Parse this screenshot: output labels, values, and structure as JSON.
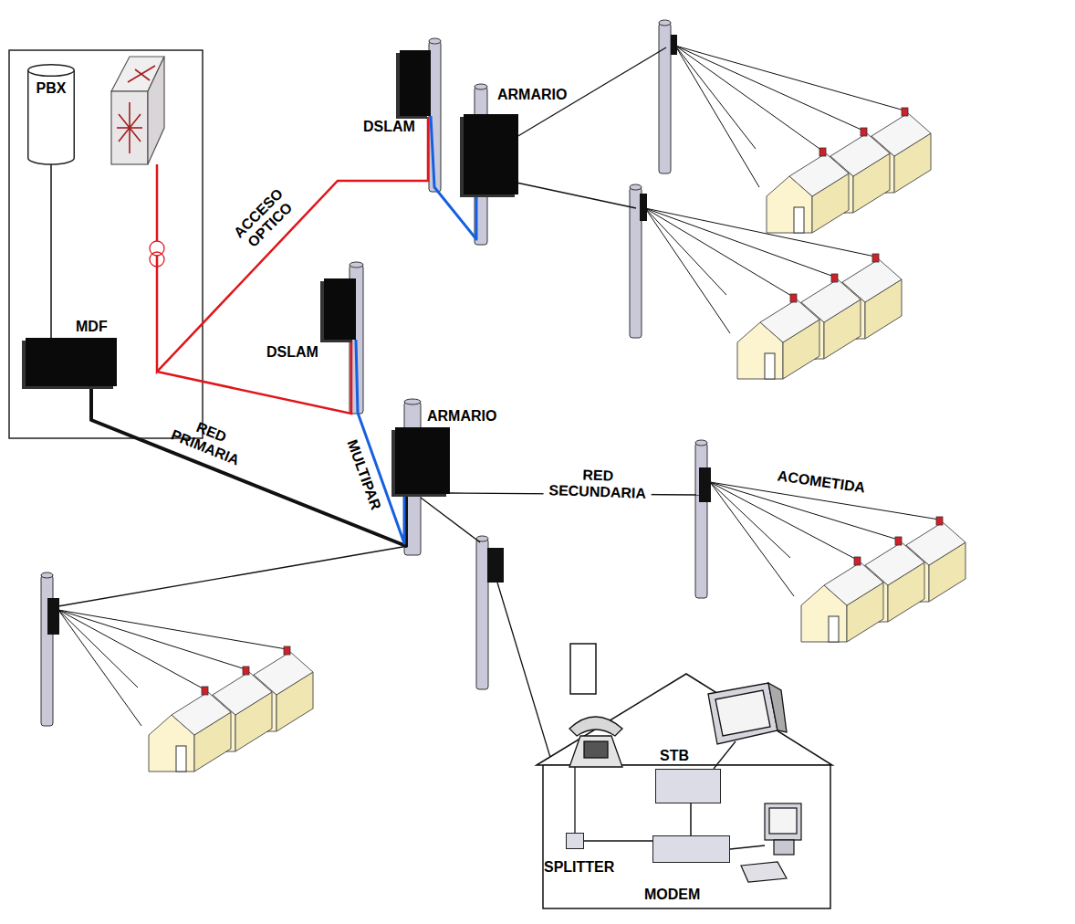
{
  "diagram": {
    "nodes": [
      {
        "text": [
          "PBX"
        ]
      },
      {
        "text": [
          "DSLAM"
        ]
      },
      {
        "text": [
          "ARMARIO"
        ]
      },
      {
        "text": [
          "MDF"
        ]
      },
      {
        "text": [
          "DSLAM"
        ]
      },
      {
        "text": [
          "ARMARIO"
        ]
      },
      {
        "text": [
          "STB"
        ]
      },
      {
        "text": [
          "SPLITTER"
        ]
      },
      {
        "text": [
          "MODEM"
        ]
      }
    ],
    "edges": [
      {
        "from": 0,
        "to": 3,
        "arrow": "none"
      },
      {
        "from": 3,
        "to": 5,
        "label": "RED PRIMARIA",
        "arrow": "none"
      },
      {
        "from": 1,
        "to": 2,
        "arrow": "none"
      },
      {
        "from": 4,
        "to": 5,
        "label": "MULTIPAR",
        "arrow": "none"
      },
      {
        "from": 7,
        "to": 8,
        "arrow": "none"
      },
      {
        "from": 8,
        "to": 6,
        "arrow": "none"
      }
    ],
    "labels": [
      "ACCESO OPTICO",
      "RED SECUNDARIA",
      "ACOMETIDA"
    ]
  }
}
